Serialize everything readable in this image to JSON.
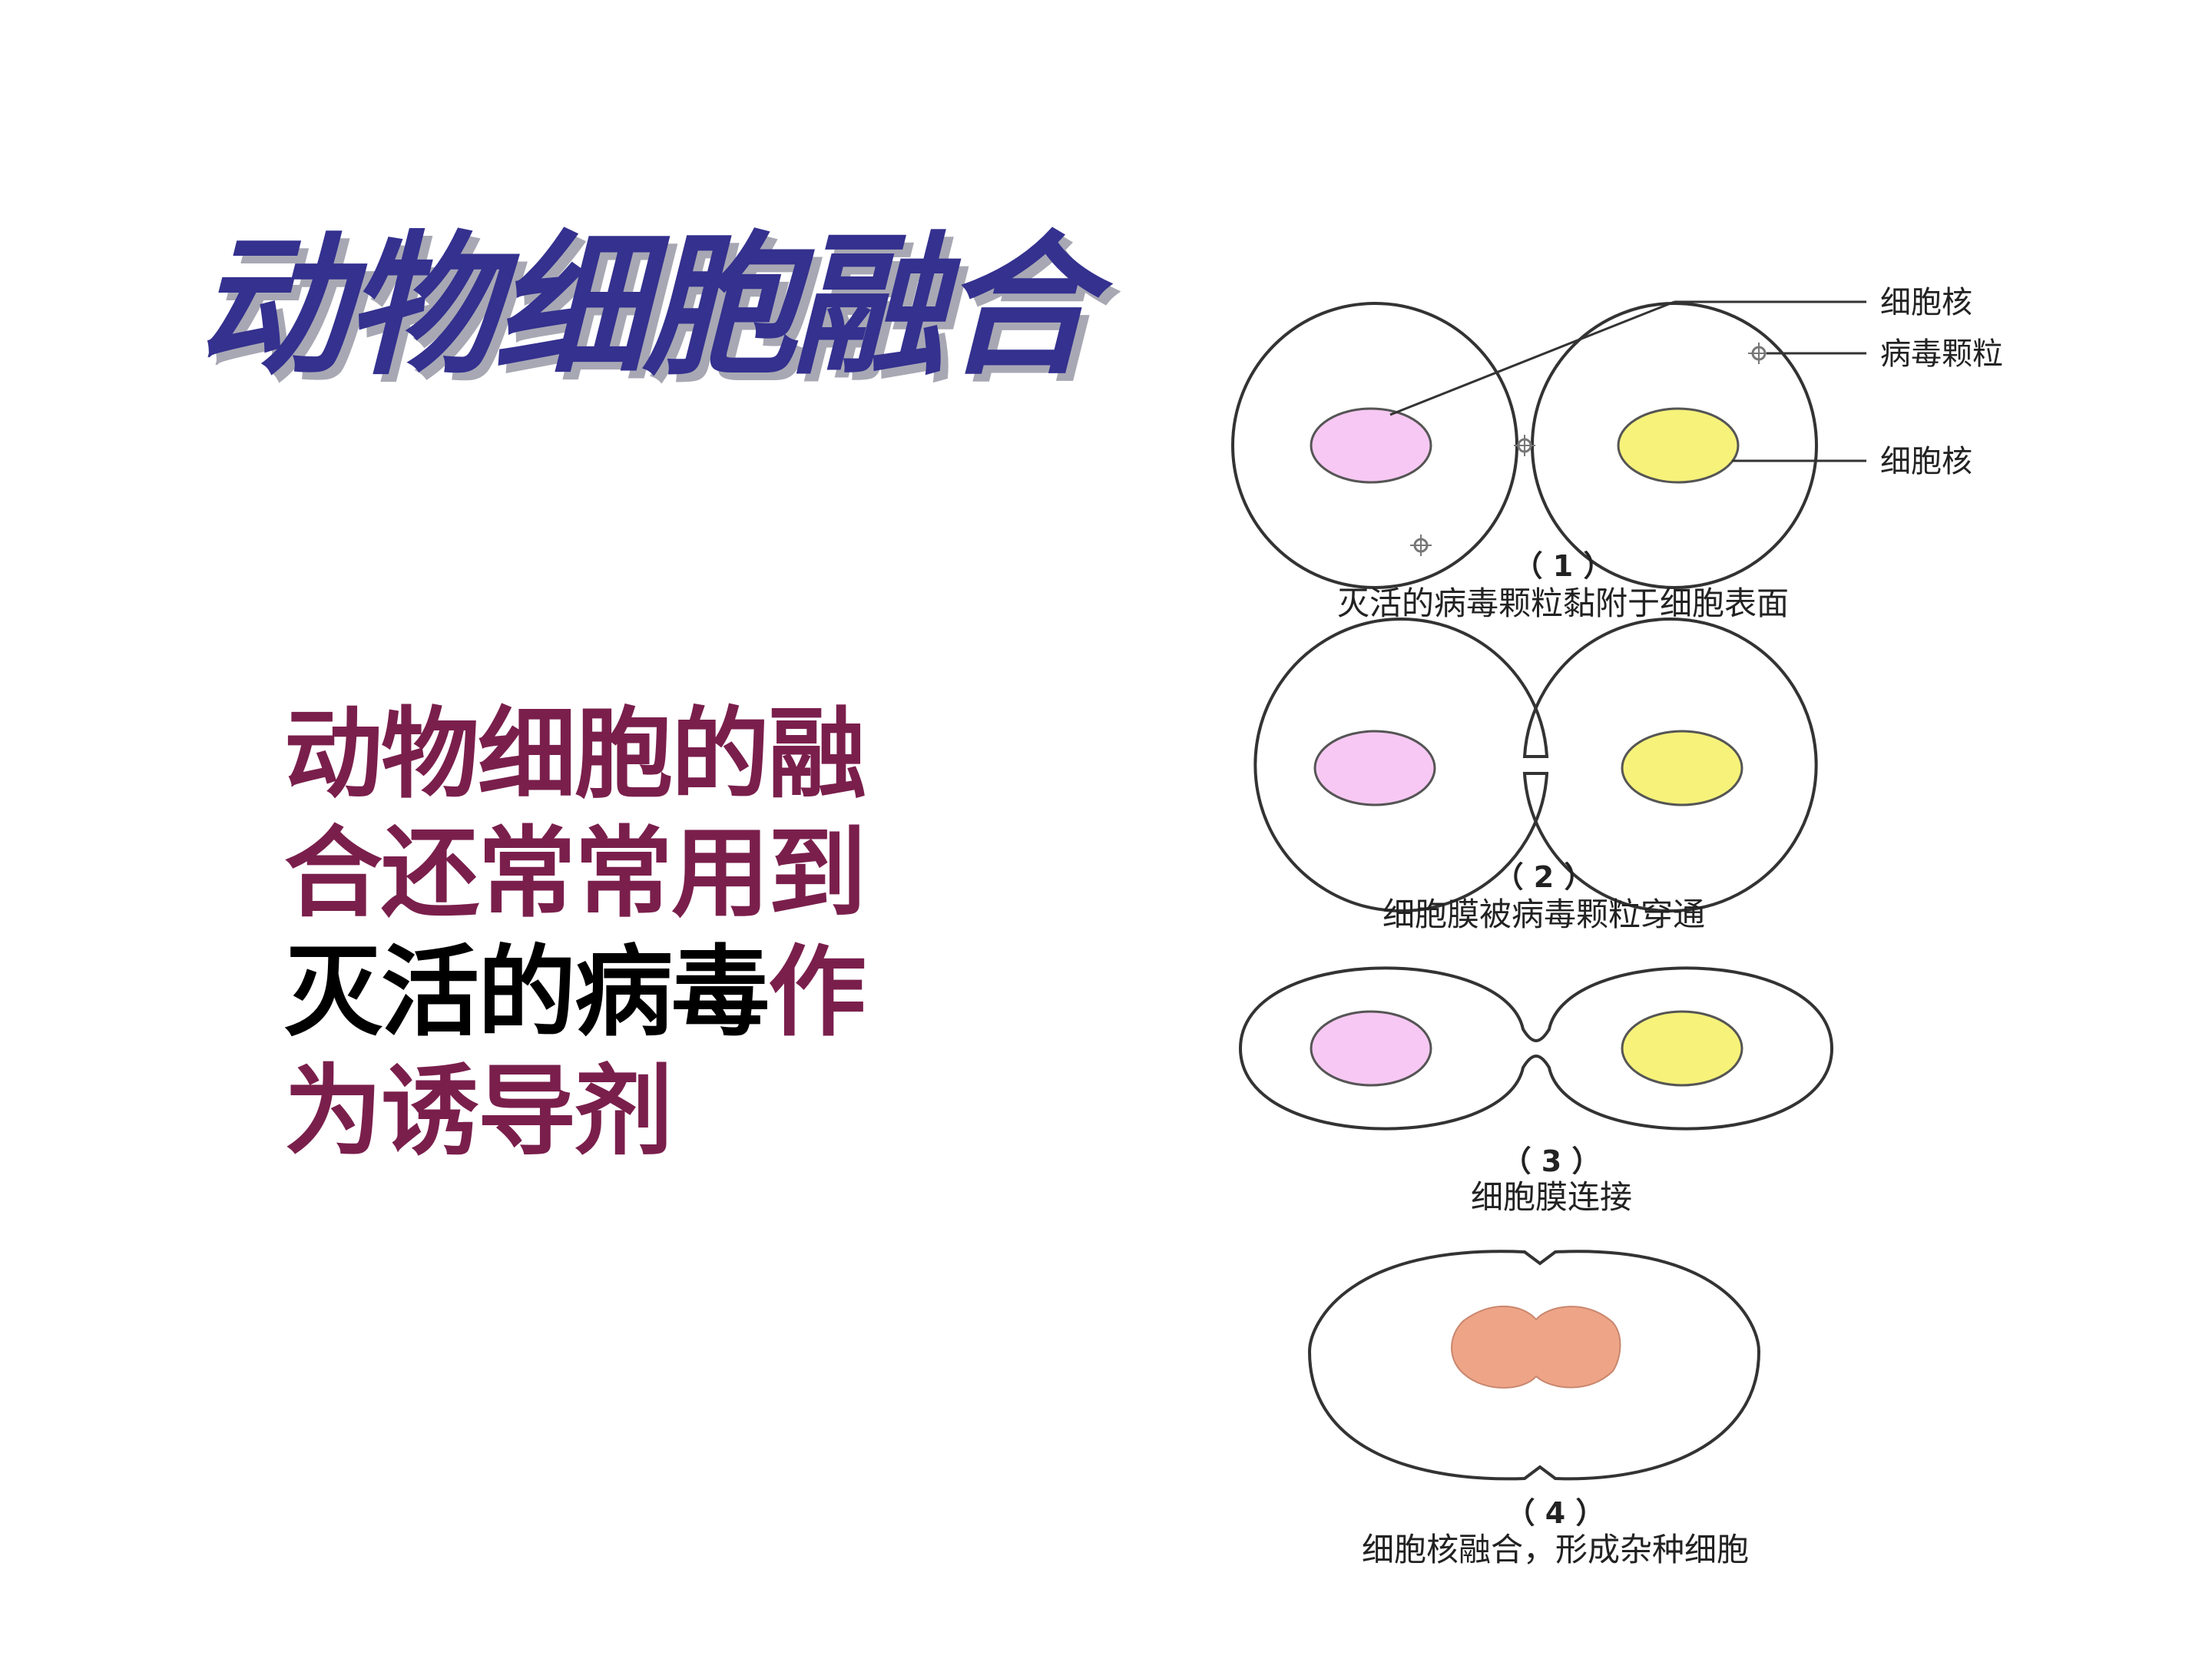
{
  "title": "动物细胞融合",
  "body": {
    "line1": "动物细胞的融",
    "line2": "合还常常用到",
    "line3_highlight": "灭活的病毒",
    "line3_rest": "作",
    "line4": "为诱导剂"
  },
  "colors": {
    "title": "#34318f",
    "body_text": "#7a1f4c",
    "highlight": "#000000",
    "nucleus_left": "#f7c8f3",
    "nucleus_right": "#f6f27a",
    "fused_nucleus": "#eea487"
  },
  "diagram": {
    "labels": {
      "nucleus_top": "细胞核",
      "virus_particle": "病毒颗粒",
      "nucleus_right": "细胞核"
    },
    "stages": [
      {
        "number": "（ 1 ）",
        "caption": "灭活的病毒颗粒黏附于细胞表面"
      },
      {
        "number": "（ 2 ）",
        "caption": "细胞膜被病毒颗粒穿通"
      },
      {
        "number": "（ 3 ）",
        "caption": "细胞膜连接"
      },
      {
        "number": "（ 4 ）",
        "caption": "细胞核融合，形成杂种细胞"
      }
    ]
  }
}
